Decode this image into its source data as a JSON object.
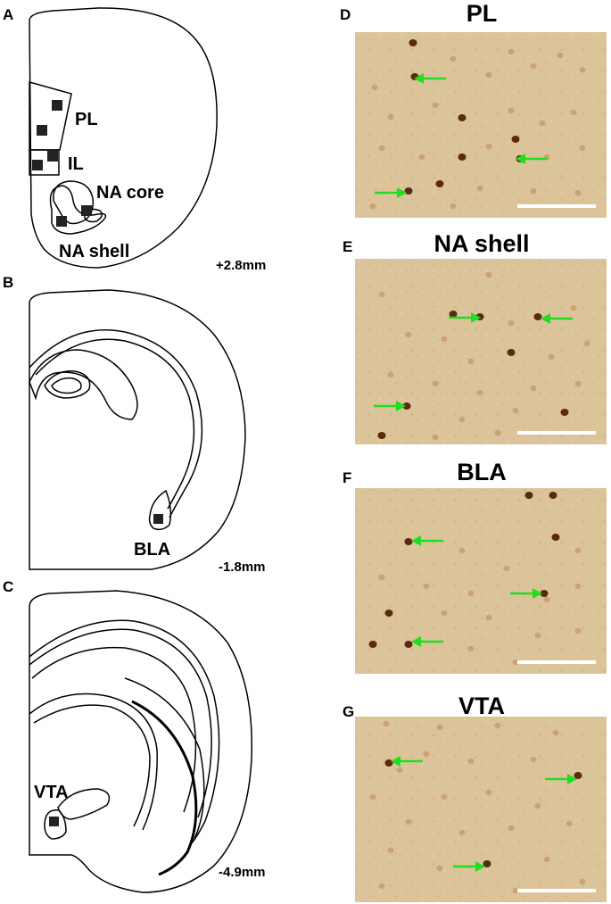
{
  "sections": [
    {
      "panel": "A",
      "coordinate": "+2.8mm",
      "regions": [
        "PL",
        "IL",
        "NA core",
        "NA shell"
      ]
    },
    {
      "panel": "B",
      "coordinate": "-1.8mm",
      "regions": [
        "BLA"
      ]
    },
    {
      "panel": "C",
      "coordinate": "-4.9mm",
      "regions": [
        "VTA"
      ]
    }
  ],
  "photos": [
    {
      "panel": "D",
      "title": "PL",
      "arrow_count": 3
    },
    {
      "panel": "E",
      "title": "NA shell",
      "arrow_count": 3
    },
    {
      "panel": "F",
      "title": "BLA",
      "arrow_count": 3
    },
    {
      "panel": "G",
      "title": "VTA",
      "arrow_count": 3
    }
  ],
  "colors": {
    "arrow": "#22dd22",
    "tissue_background": "#dcc49a",
    "nucleus_dark": "#5a2a10",
    "nucleus_light": "#c89a6a",
    "scale_bar": "#ffffff"
  },
  "icons": [
    "green-arrow-icon",
    "scale-bar-icon",
    "black-square-marker-icon"
  ]
}
